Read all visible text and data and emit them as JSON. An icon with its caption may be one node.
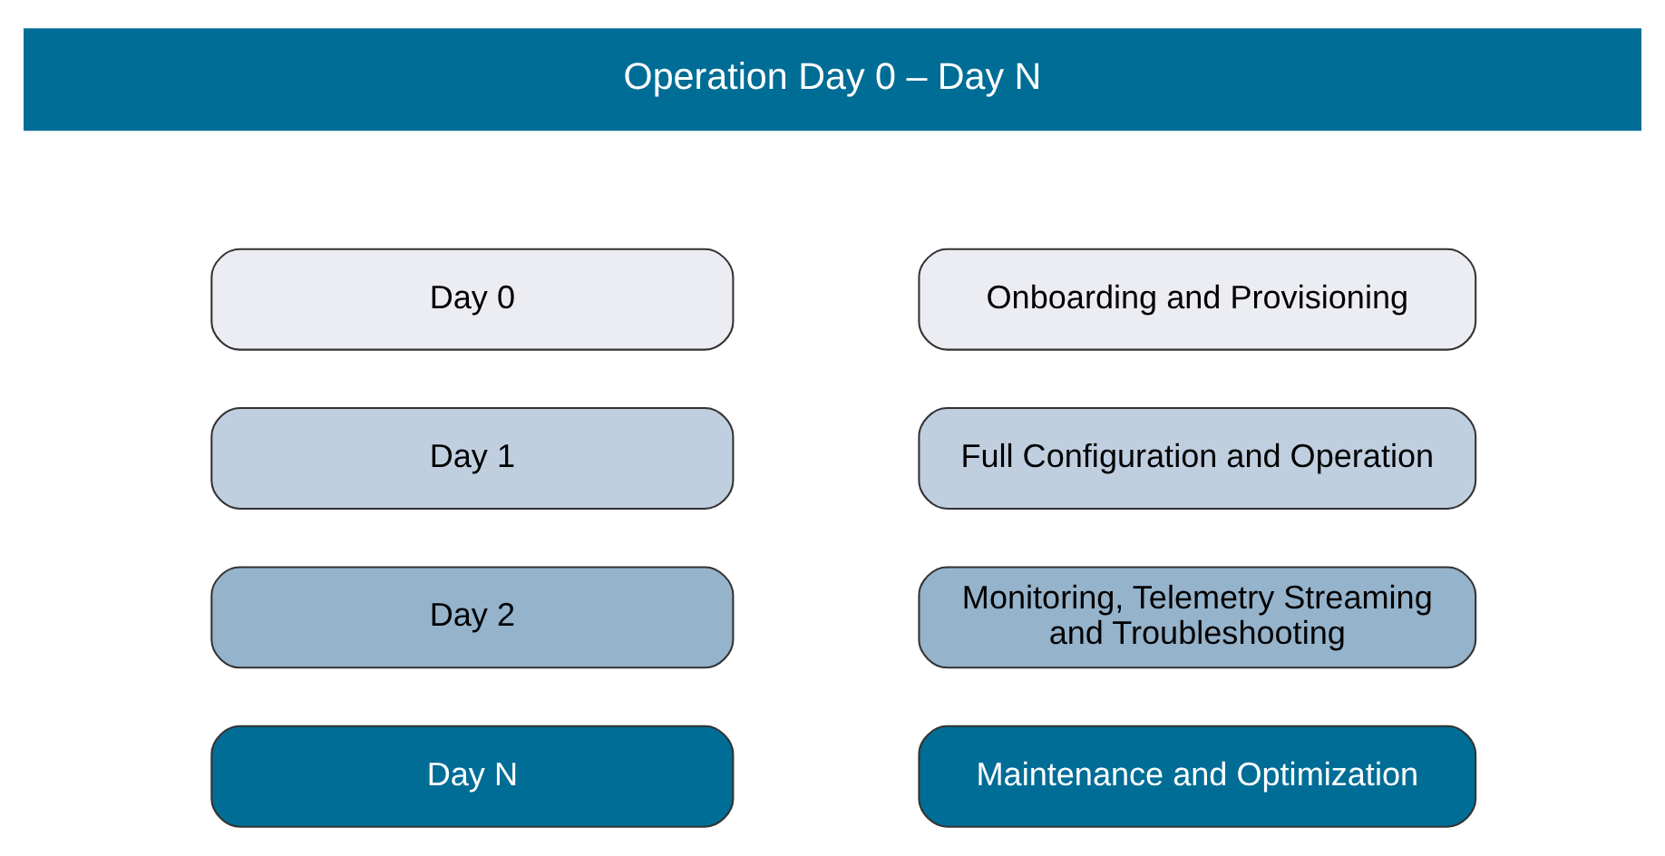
{
  "diagram": {
    "nodes": [
      {
        "text": [
          "Operation Day 0 – Day N"
        ]
      },
      {
        "text": [
          "Day 0"
        ]
      },
      {
        "text": [
          "Onboarding and Provisioning"
        ]
      },
      {
        "text": [
          "Day 1"
        ]
      },
      {
        "text": [
          "Full Configuration and Operation"
        ]
      },
      {
        "text": [
          "Day 2"
        ]
      },
      {
        "text": [
          "Monitoring, Telemetry Streaming and Troubleshooting"
        ]
      },
      {
        "text": [
          "Day N"
        ]
      },
      {
        "text": [
          "Maintenance and Optimization"
        ]
      }
    ],
    "edges": []
  }
}
